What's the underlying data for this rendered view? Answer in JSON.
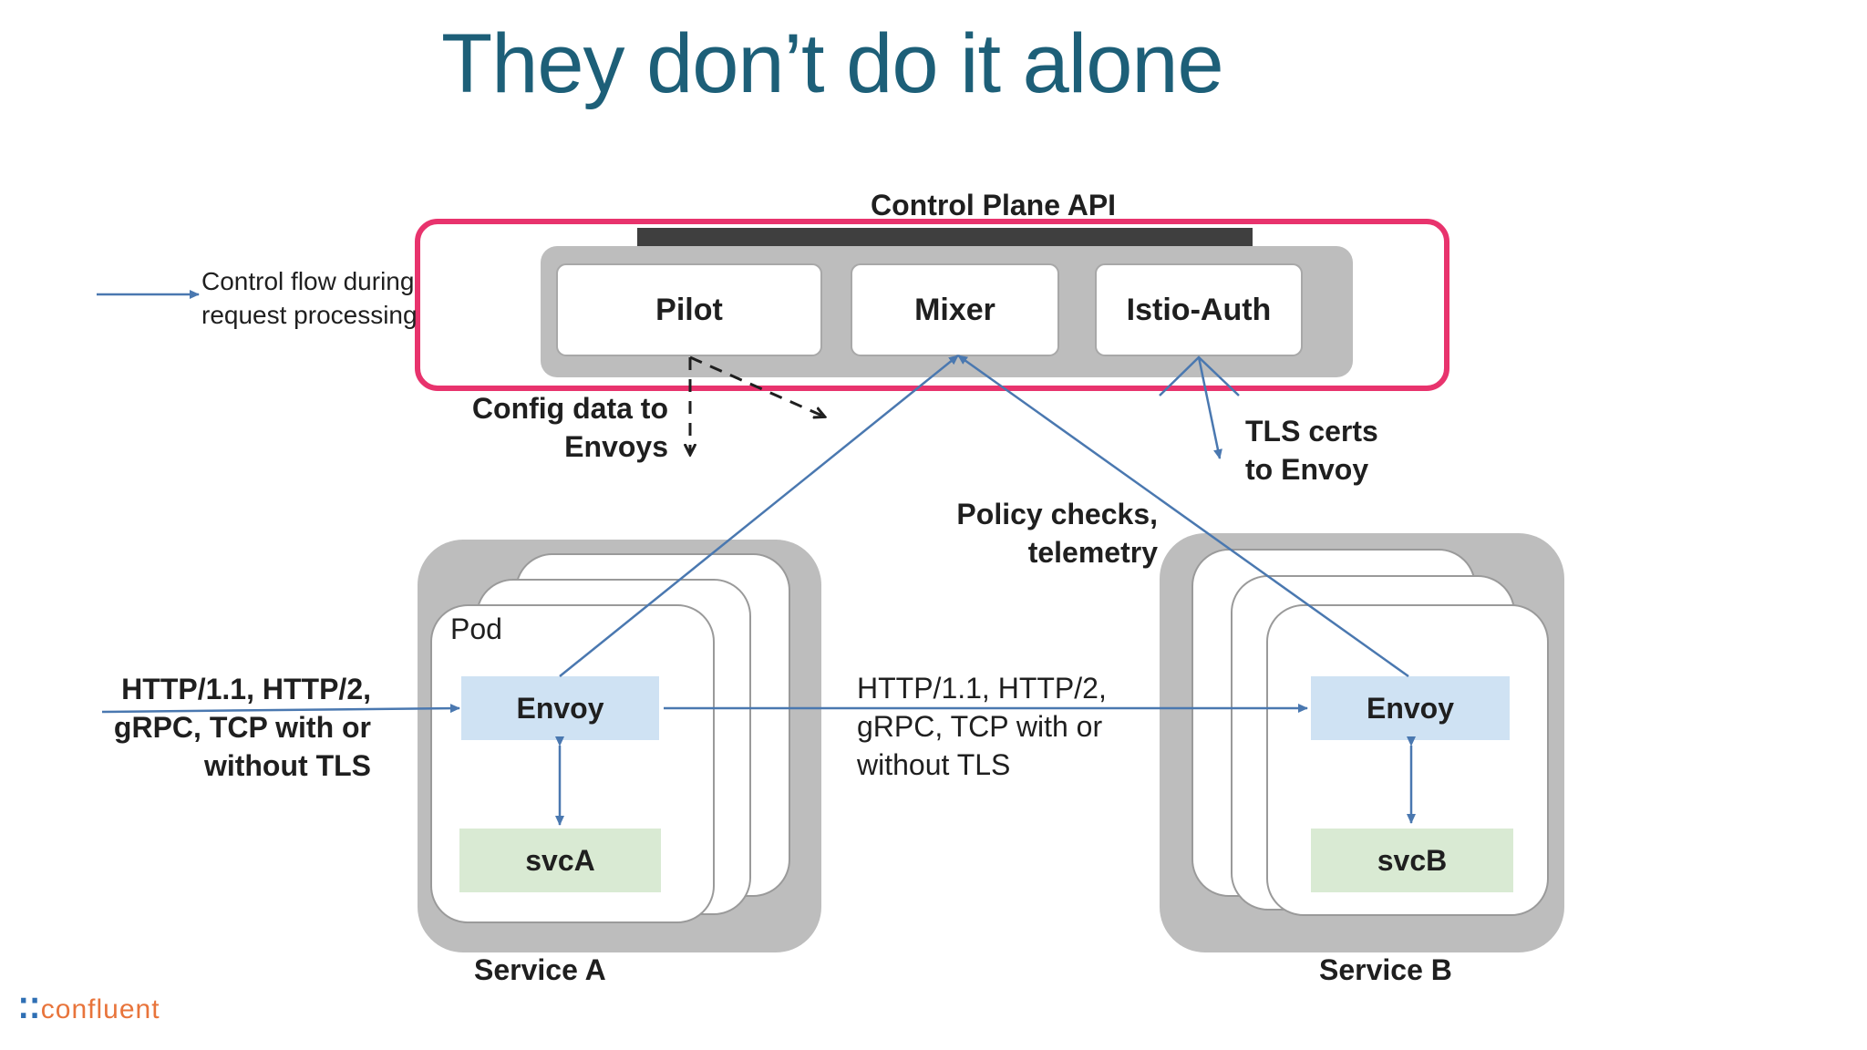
{
  "slide": {
    "title": "They don’t do it alone"
  },
  "legend": {
    "line1": "Control flow during",
    "line2": "request processing"
  },
  "control_plane": {
    "api_label": "Control Plane API",
    "components": [
      "Pilot",
      "Mixer",
      "Istio-Auth"
    ],
    "highlight_color": "#e8336d"
  },
  "annotations": {
    "config_data": [
      "Config data to",
      "Envoys"
    ],
    "tls_certs": [
      "TLS certs",
      "to Envoy"
    ],
    "policy_checks": [
      "Policy checks,",
      "telemetry"
    ],
    "protocols_in": [
      "HTTP/1.1, HTTP/2,",
      "gRPC, TCP with or",
      "without TLS"
    ],
    "protocols_between": [
      "HTTP/1.1, HTTP/2,",
      "gRPC, TCP with or",
      "without TLS"
    ]
  },
  "service_a": {
    "pod_label": "Pod",
    "proxy": "Envoy",
    "app": "svcA",
    "name": "Service A"
  },
  "service_b": {
    "proxy": "Envoy",
    "app": "svcB",
    "name": "Service B"
  },
  "colors": {
    "arrow": "#4a78b0",
    "envoy_fill": "#cfe2f3",
    "svc_fill": "#d9ead3",
    "panel_gray": "#bdbdbd"
  },
  "logo": {
    "text": "confluent"
  }
}
